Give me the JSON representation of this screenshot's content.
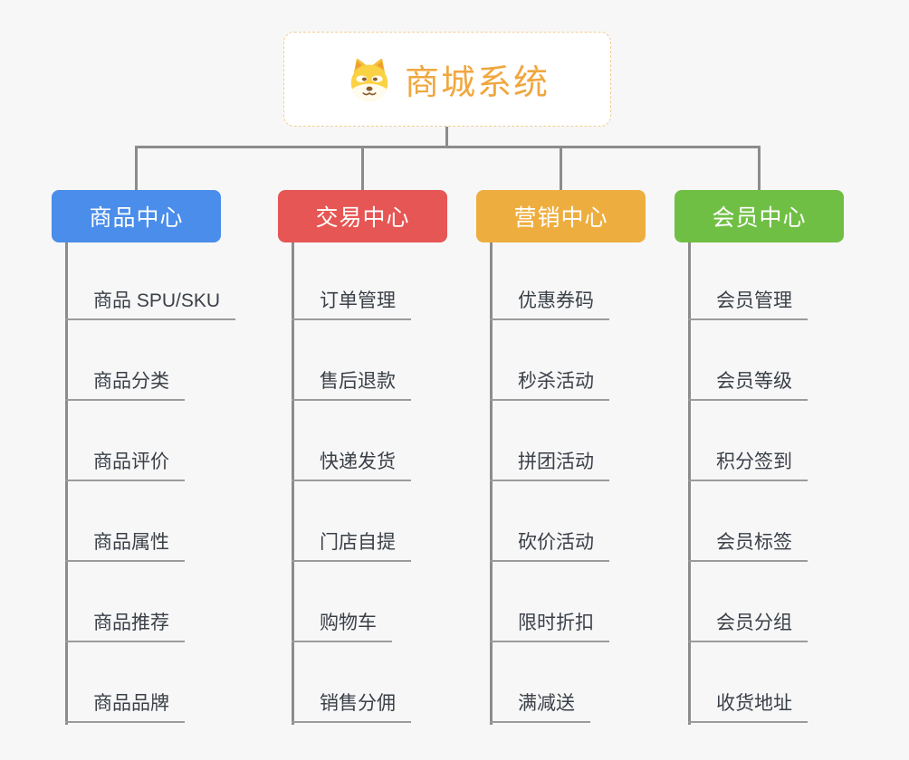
{
  "page": {
    "background_color": "#f7f7f7",
    "connector_color": "#8c8c8c",
    "leaf_underline_color": "#9b9b9b",
    "leaf_text_color": "#3b4048"
  },
  "root": {
    "label": "商城系统",
    "icon": "dog-face-icon",
    "text_color": "#f0a73e",
    "border_color": "#f0cd96",
    "background_color": "#ffffff"
  },
  "branches": [
    {
      "label": "商品中心",
      "color": "#4a8dea",
      "items": [
        "商品 SPU/SKU",
        "商品分类",
        "商品评价",
        "商品属性",
        "商品推荐",
        "商品品牌"
      ]
    },
    {
      "label": "交易中心",
      "color": "#e65654",
      "items": [
        "订单管理",
        "售后退款",
        "快递发货",
        "门店自提",
        "购物车",
        "销售分佣"
      ]
    },
    {
      "label": "营销中心",
      "color": "#eeae3f",
      "items": [
        "优惠券码",
        "秒杀活动",
        "拼团活动",
        "砍价活动",
        "限时折扣",
        "满减送"
      ]
    },
    {
      "label": "会员中心",
      "color": "#70bf45",
      "items": [
        "会员管理",
        "会员等级",
        "积分签到",
        "会员标签",
        "会员分组",
        "收货地址"
      ]
    }
  ]
}
